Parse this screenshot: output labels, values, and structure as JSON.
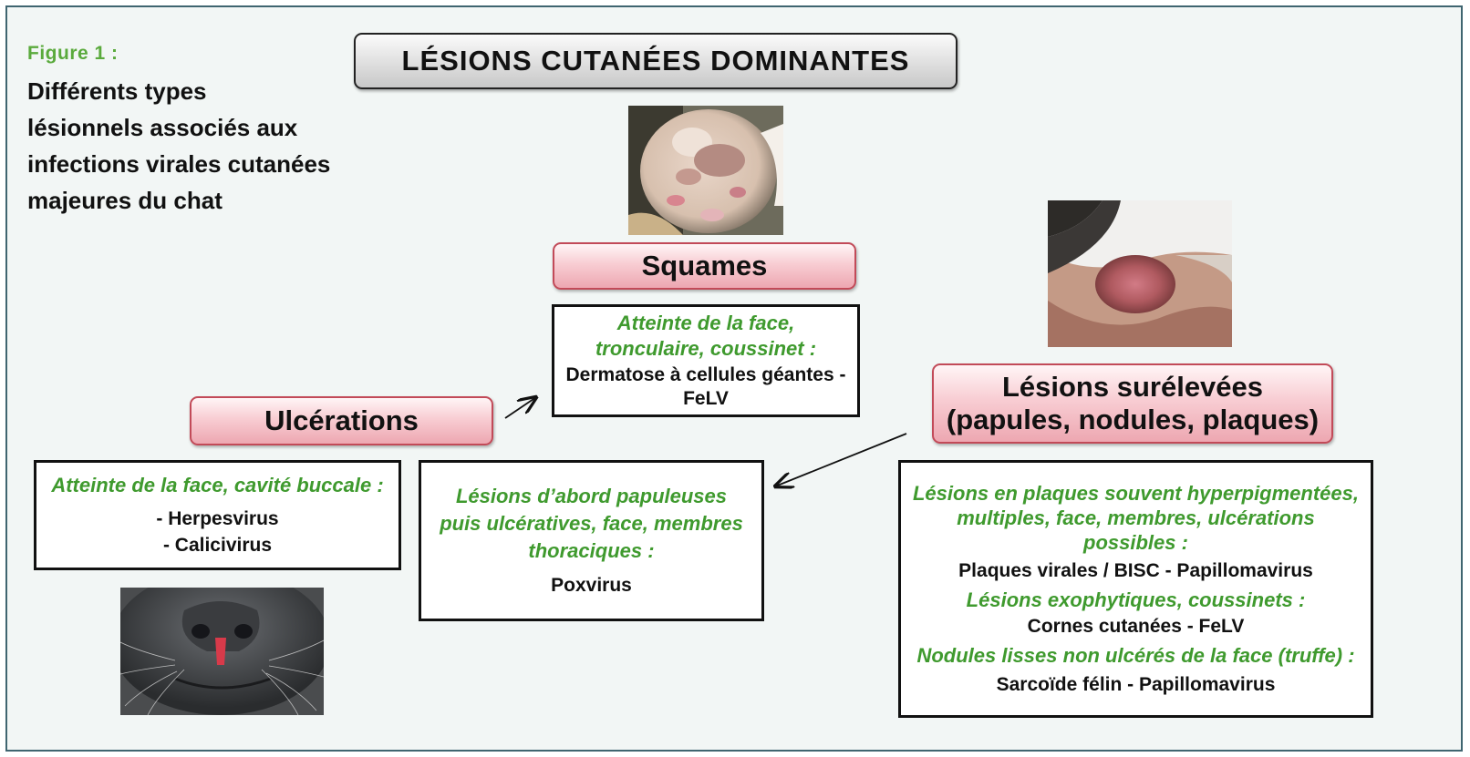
{
  "figure": {
    "label": "Figure 1 :",
    "caption_lines": [
      "Différents types",
      "lésionnels associés aux",
      "infections virales cutanées",
      "majeures du chat"
    ]
  },
  "main_title": "LÉSIONS CUTANÉES DOMINANTES",
  "squames": {
    "title": "Squames",
    "box": {
      "criteria": [
        "Atteinte de la face,",
        "tronculaire, coussinet :"
      ],
      "diseases": [
        "Dermatose à cellules géantes -",
        "FeLV"
      ]
    }
  },
  "ulcerations": {
    "title": "Ulcérations",
    "box": {
      "criteria": "Atteinte de la face, cavité buccale :",
      "diseases": [
        "- Herpesvirus",
        "- Calicivirus"
      ]
    }
  },
  "middle_box": {
    "criteria": [
      "Lésions d’abord papuleuses",
      "puis ulcératives, face, membres",
      "thoraciques :"
    ],
    "disease": "Poxvirus"
  },
  "surelevees": {
    "title_lines": [
      "Lésions surélevées",
      "(papules, nodules, plaques)"
    ],
    "box": {
      "groups": [
        {
          "criteria": [
            "Lésions en plaques souvent hyperpigmentées,",
            "multiples, face, membres, ulcérations",
            "possibles :"
          ],
          "disease": "Plaques virales / BISC  - Papillomavirus"
        },
        {
          "criteria": [
            "Lésions exophytiques, coussinets :"
          ],
          "disease": "Cornes cutanées - FeLV"
        },
        {
          "criteria": [
            "Nodules lisses non ulcérés de la face (truffe) :"
          ],
          "disease": "Sarcoïde félin - Papillomavirus"
        }
      ]
    }
  },
  "colors": {
    "frame_border": "#3f6570",
    "background": "#f2f6f5",
    "green_text": "#3f9a2e",
    "figure_label": "#5aaa3c",
    "pink_box": "#f8cdd3",
    "pink_border": "#c24a58"
  },
  "photos": [
    "cat-paw-photo",
    "cat-chin-nodule-photo",
    "cat-nose-ulcer-photo"
  ]
}
